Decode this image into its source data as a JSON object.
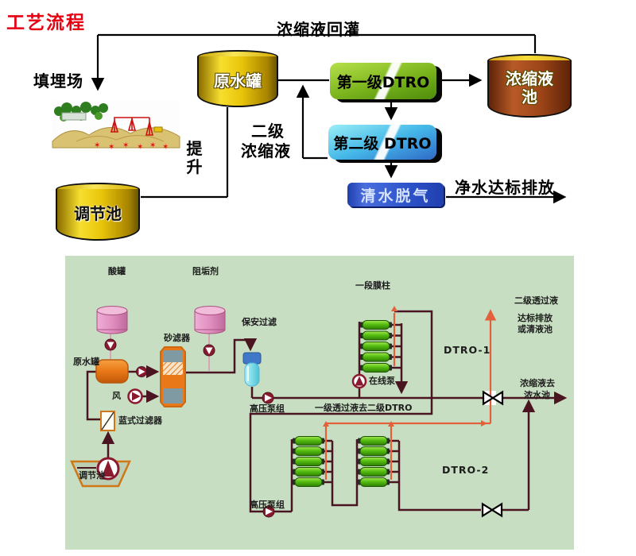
{
  "title": {
    "text": "工艺流程"
  },
  "top_flow": {
    "recycle_line_label": "浓缩液回灌",
    "landfill_label": "填埋场",
    "raw_water_tank": "原水罐",
    "lift_label": "提升",
    "adjust_tank": "调节池",
    "secondary_concentrate_line1": "二级",
    "secondary_concentrate_line2": "浓缩液",
    "stage1_dtro": "第一级DTRO",
    "stage2_dtro": "第二级 DTRO",
    "concentrate_pool_line1": "浓缩液",
    "concentrate_pool_line2": "池",
    "degassing": "清水脱气",
    "discharge_label": "净水达标排放"
  },
  "pid": {
    "acid_tank": "酸罐",
    "antiscalant": "阻垢剂",
    "stage1_membrane_column": "一段膜柱",
    "permeate2": "二级透过液",
    "discharge_line1": "达标排放",
    "discharge_line2": "或清液池",
    "cartridge_filter": "保安过滤",
    "sand_filter": "砂滤器",
    "raw_water_tank": "原水罐",
    "air": "风",
    "dtro1": "DTRO-1",
    "online_pump": "在线泵",
    "hp_pump_top": "高压泵组",
    "stage1_permeate_to_stage2": "一级透过液去二级DTRO",
    "concentrate_to_line1": "浓缩液去",
    "concentrate_to_line2": "浓水池",
    "basket_filter": "蓝式过滤器",
    "adjust_pool": "调节池",
    "dtro2": "DTRO-2",
    "hp_pump_bottom": "高压泵组"
  },
  "colors": {
    "title_red": "#e60012",
    "pipe_dark": "#4a1420",
    "pipe_orange": "#e2613b",
    "panel_green": "#c7dec2",
    "tank_gold": "#e8c40a",
    "concentrate_brown": "#9c4418",
    "membrane_green": "#5cc416",
    "equipment_orange": "#e87818",
    "dosing_pink": "#e18fc0",
    "pump_dark": "#8a1a2e"
  }
}
